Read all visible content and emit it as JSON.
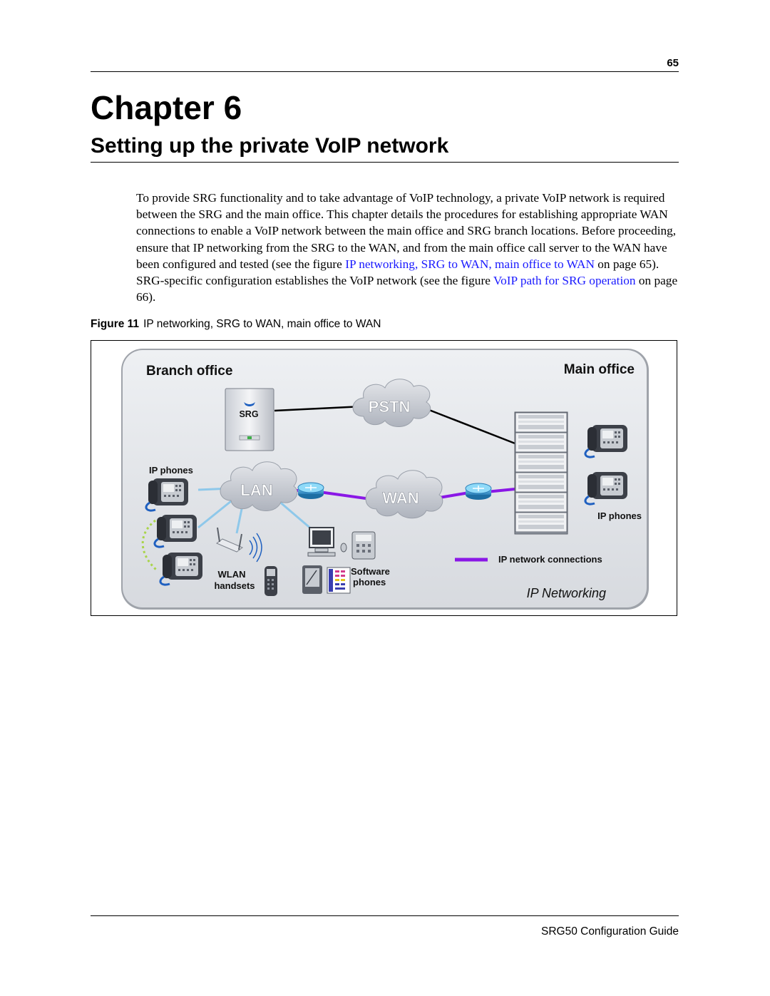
{
  "header": {
    "page_number": "65"
  },
  "chapter": {
    "heading": "Chapter 6",
    "title": "Setting up the private VoIP network"
  },
  "intro": {
    "text_1": "To provide SRG functionality and to take advantage of VoIP technology, a private VoIP network is required between the SRG and the main office. This chapter details the procedures for establishing appropriate WAN connections to enable a VoIP network between the main office and SRG branch locations. Before proceeding, ensure that IP networking from the SRG to the WAN, and from the main office call server to the WAN have been configured and tested (see the figure ",
    "link_1": "IP networking, SRG to WAN, main office to WAN",
    "text_2": " on page 65). SRG-specific configuration establishes the VoIP network (see the figure ",
    "link_2": "VoIP path for SRG operation",
    "text_3": " on page 66)."
  },
  "figure": {
    "number": "Figure 11",
    "caption": "IP networking, SRG to WAN, main office to WAN",
    "labels": {
      "branch_office": "Branch office",
      "main_office": "Main office",
      "srg": "SRG",
      "pstn": "PSTN",
      "lan": "LAN",
      "wan": "WAN",
      "ip_phones_branch": "IP phones",
      "ip_phones_main": "IP phones",
      "wlan": "WLAN",
      "handsets": "handsets",
      "software": "Software",
      "phones": "phones",
      "legend": "IP network connections",
      "footer": "IP Networking"
    },
    "colors": {
      "ip_connection": "#8a17e6",
      "lan_link": "#8ec8ea",
      "panel": "#e3e5ea",
      "cloud": "#c8ccd4"
    }
  },
  "footer": {
    "text": "SRG50 Configuration Guide"
  }
}
